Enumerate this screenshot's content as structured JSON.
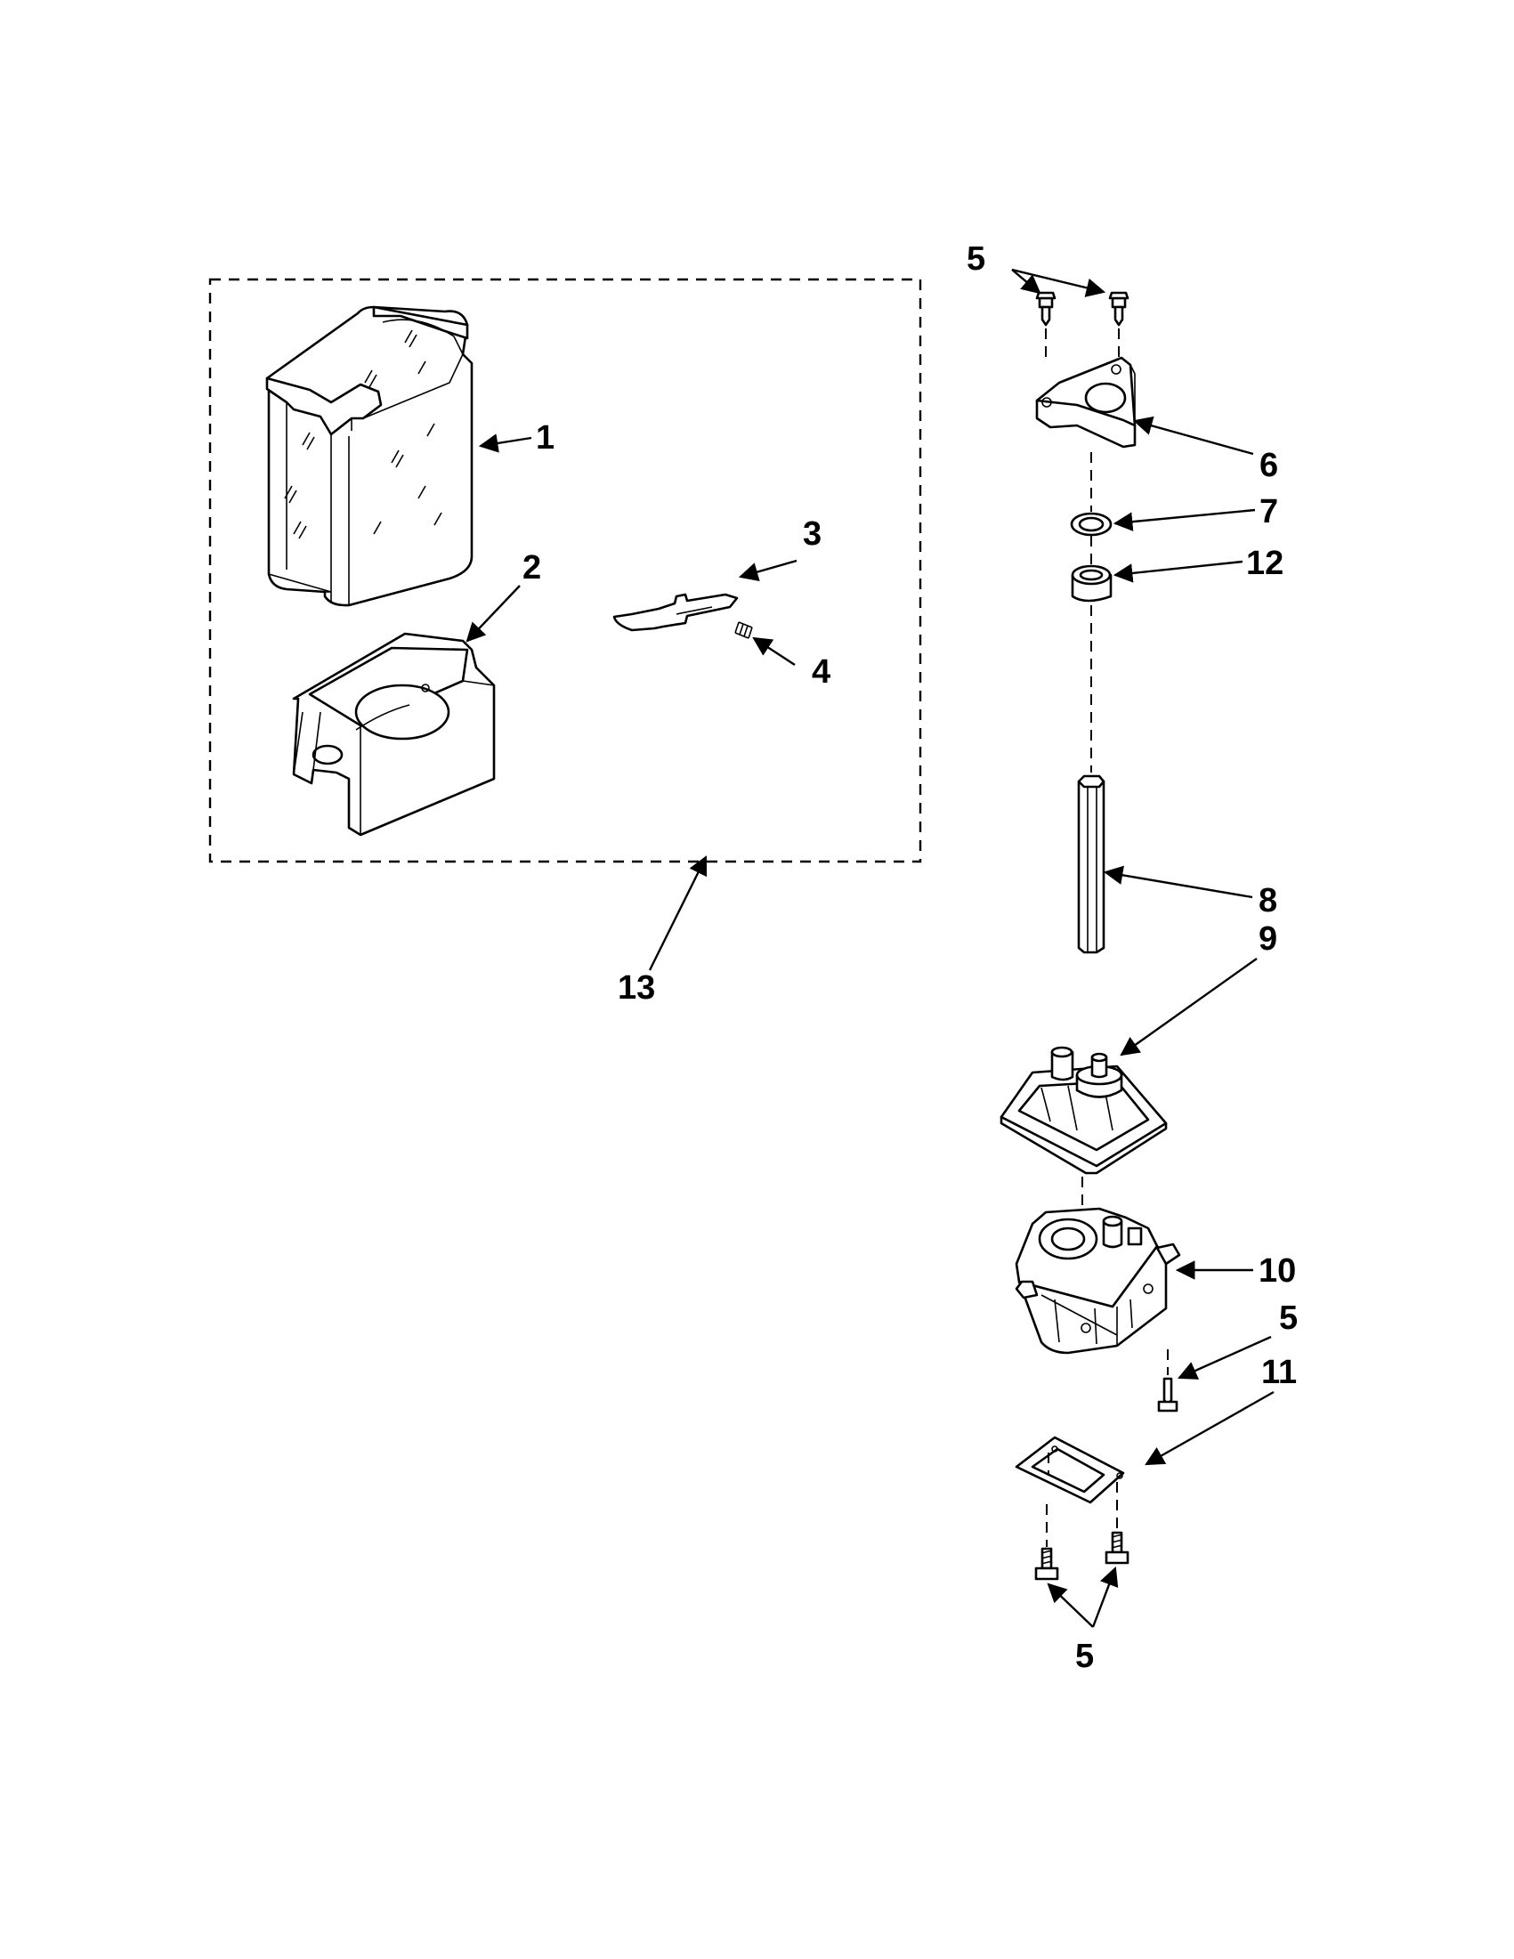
{
  "callouts": {
    "c1": "1",
    "c2": "2",
    "c3": "3",
    "c4": "4",
    "c5_top": "5",
    "c6": "6",
    "c7": "7",
    "c12": "12",
    "c8": "8",
    "c9": "9",
    "c10": "10",
    "c5_mid": "5",
    "c11": "11",
    "c5_bottom": "5",
    "c13": "13"
  }
}
